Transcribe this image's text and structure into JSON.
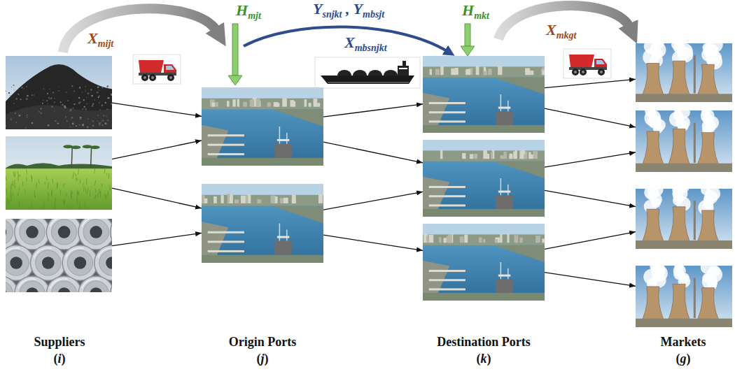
{
  "diagram": {
    "nodes": [
      {
        "text": []
      },
      {
        "text": []
      },
      {
        "text": []
      },
      {
        "text": []
      },
      {
        "text": []
      },
      {
        "text": []
      },
      {
        "text": []
      },
      {
        "text": []
      },
      {
        "text": []
      },
      {
        "text": []
      },
      {
        "text": []
      },
      {
        "text": []
      }
    ],
    "edges": [
      {
        "from": 0,
        "to": 3,
        "arrow": "to"
      },
      {
        "from": 1,
        "to": 3,
        "arrow": "to"
      },
      {
        "from": 1,
        "to": 4,
        "arrow": "to"
      },
      {
        "from": 2,
        "to": 4,
        "arrow": "to"
      },
      {
        "from": 3,
        "to": 5,
        "arrow": "to"
      },
      {
        "from": 3,
        "to": 6,
        "arrow": "to"
      },
      {
        "from": 4,
        "to": 6,
        "arrow": "to"
      },
      {
        "from": 4,
        "to": 7,
        "arrow": "to"
      },
      {
        "from": 5,
        "to": 8,
        "arrow": "to"
      },
      {
        "from": 5,
        "to": 9,
        "arrow": "to"
      },
      {
        "from": 6,
        "to": 9,
        "arrow": "to"
      },
      {
        "from": 6,
        "to": 10,
        "arrow": "to"
      },
      {
        "from": 7,
        "to": 10,
        "arrow": "to"
      },
      {
        "from": 7,
        "to": 11,
        "arrow": "to"
      }
    ],
    "labels": [
      "Xmijt",
      "Hmjt",
      "Ysnjkt , Ymbsjt",
      "Xmbsnjkt",
      "Hmkt",
      "Xmkgt",
      "Suppliers",
      "(i)",
      "Origin Ports",
      "(j)",
      "Destination Ports",
      "(k)",
      "Markets",
      "(g)"
    ]
  }
}
